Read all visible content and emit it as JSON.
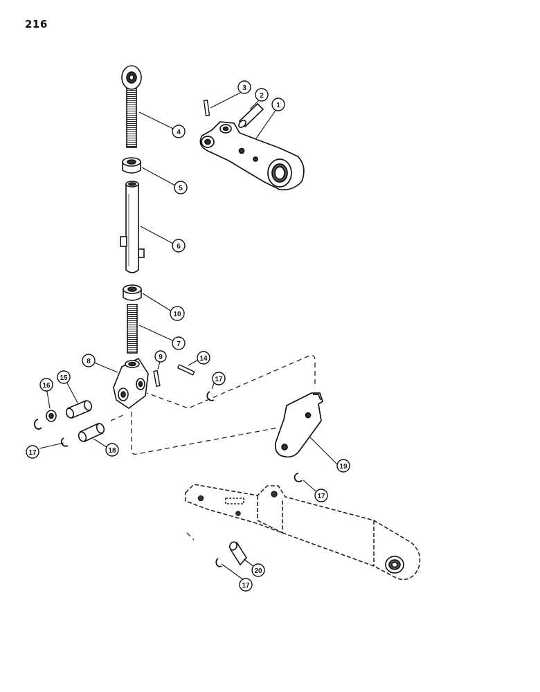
{
  "page_number": "216",
  "callouts": [
    "1",
    "2",
    "3",
    "4",
    "5",
    "6",
    "7",
    "8",
    "9",
    "10",
    "14",
    "15",
    "16",
    "17",
    "17",
    "17",
    "17",
    "17",
    "18",
    "19",
    "20"
  ]
}
